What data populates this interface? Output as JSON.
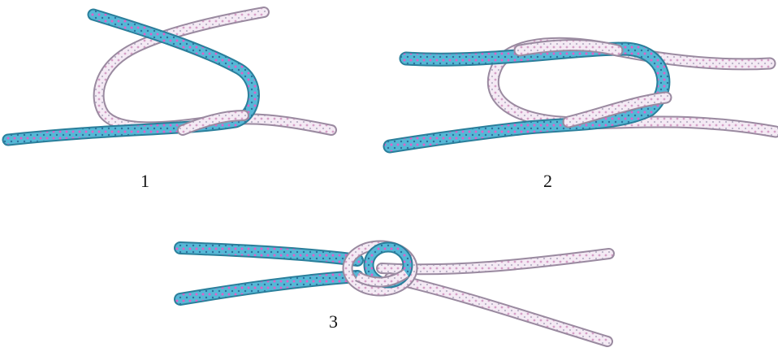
{
  "figure": {
    "steps": [
      {
        "label": "1"
      },
      {
        "label": "2"
      },
      {
        "label": "3"
      }
    ]
  },
  "colors": {
    "blue_rope": "#55b8d6",
    "blue_rope_edge": "#2a7f9b",
    "blue_rope_dot": "#e060c8",
    "white_rope": "#f4eaf4",
    "white_rope_edge": "#9a8aa0",
    "white_rope_dot": "#d6a0c8",
    "label_text": "#111111"
  }
}
